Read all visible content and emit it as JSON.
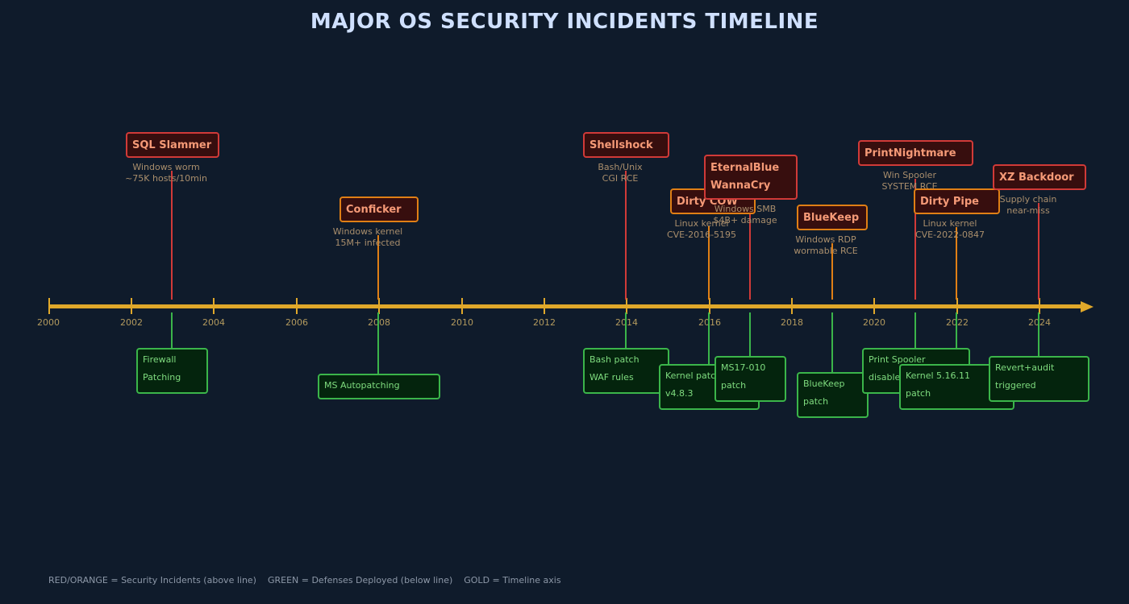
{
  "title": "MAJOR OS SECURITY INCIDENTS TIMELINE",
  "colors": {
    "background": "#0f1b2b",
    "axis": "#e0a82a",
    "incident_red": "#d13a38",
    "incident_orange": "#e07f15",
    "defense_green": "#3bb54a",
    "title": "#cfe0ff"
  },
  "axis": {
    "ticks": [
      "2000",
      "2002",
      "2004",
      "2006",
      "2008",
      "2010",
      "2012",
      "2014",
      "2016",
      "2018",
      "2020",
      "2022",
      "2024"
    ]
  },
  "incidents": [
    {
      "year": 2003,
      "name": "SQL Slammer",
      "line2": "",
      "desc1": "Windows worm",
      "desc2": "~75K hosts/10min",
      "color": "red"
    },
    {
      "year": 2008,
      "name": "Conficker",
      "line2": "",
      "desc1": "Windows kernel",
      "desc2": "15M+ infected",
      "color": "orange"
    },
    {
      "year": 2014,
      "name": "Shellshock",
      "line2": "",
      "desc1": "Bash/Unix",
      "desc2": "CGI RCE",
      "color": "red"
    },
    {
      "year": 2016,
      "name": "Dirty COW",
      "line2": "",
      "desc1": "Linux kernel",
      "desc2": "CVE-2016-5195",
      "color": "orange"
    },
    {
      "year": 2017,
      "name": "EternalBlue",
      "line2": "WannaCry",
      "desc1": "Windows SMB",
      "desc2": "$4B+ damage",
      "color": "red"
    },
    {
      "year": 2019,
      "name": "BlueKeep",
      "line2": "",
      "desc1": "Windows RDP",
      "desc2": "wormable RCE",
      "color": "orange"
    },
    {
      "year": 2021,
      "name": "PrintNightmare",
      "line2": "",
      "desc1": "Win Spooler",
      "desc2": "SYSTEM RCE",
      "color": "red"
    },
    {
      "year": 2022,
      "name": "Dirty Pipe",
      "line2": "",
      "desc1": "Linux kernel",
      "desc2": "CVE-2022-0847",
      "color": "orange"
    },
    {
      "year": 2024,
      "name": "XZ Backdoor",
      "line2": "",
      "desc1": "Supply chain",
      "desc2": "near-miss",
      "color": "red"
    }
  ],
  "defenses": [
    {
      "year": 2003,
      "line1": "Firewall",
      "line2": "Patching"
    },
    {
      "year": 2008,
      "line1": "MS Autopatching",
      "line2": ""
    },
    {
      "year": 2014,
      "line1": "Bash patch",
      "line2": "WAF rules"
    },
    {
      "year": 2016,
      "line1": "Kernel patch",
      "line2": "v4.8.3"
    },
    {
      "year": 2017,
      "line1": "MS17-010",
      "line2": "patch"
    },
    {
      "year": 2019,
      "line1": "BlueKeep",
      "line2": "patch"
    },
    {
      "year": 2021,
      "line1": "Print Spooler",
      "line2": "disabled"
    },
    {
      "year": 2022,
      "line1": "Kernel 5.16.11",
      "line2": "patch"
    },
    {
      "year": 2024,
      "line1": "Revert+audit",
      "line2": "triggered"
    }
  ],
  "legend": "RED/ORANGE = Security Incidents (above line)    GREEN = Defenses Deployed (below line)    GOLD = Timeline axis"
}
